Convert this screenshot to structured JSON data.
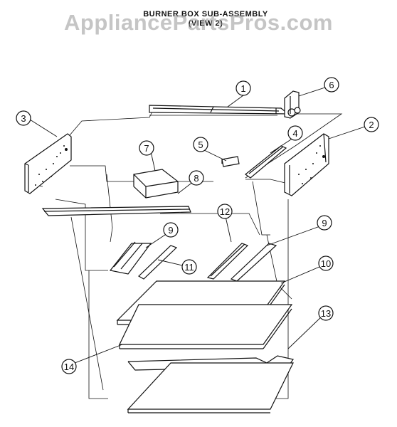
{
  "watermark": "AppliancePartsPros.com",
  "title": {
    "line1": "BURNER BOX SUB-ASSEMBLY",
    "line2": "(VIEW 2)"
  },
  "callouts": [
    "1",
    "2",
    "3",
    "4",
    "5",
    "6",
    "7",
    "8",
    "9",
    "9",
    "10",
    "11",
    "12",
    "13",
    "14"
  ],
  "colors": {
    "ink": "#111111",
    "watermark": "#969696",
    "background": "#ffffff"
  }
}
